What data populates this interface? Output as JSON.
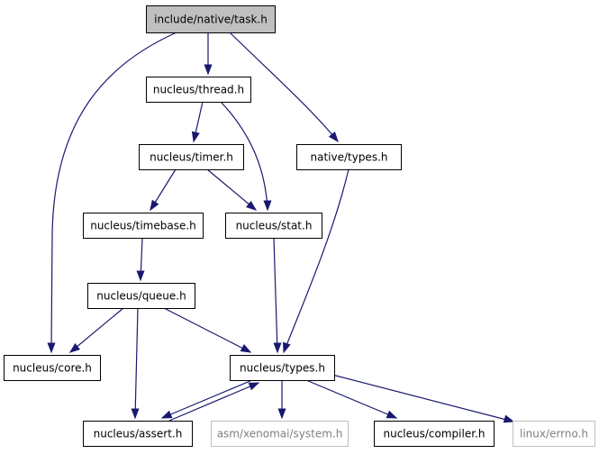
{
  "diagram": {
    "colors": {
      "edge": "#191970",
      "box_border": "#000000",
      "box_fill": "#ffffff",
      "root_fill": "#bfbfbf",
      "root_border": "#000000",
      "external_border": "#bfbfbf",
      "external_text": "#7f7f7f",
      "text": "#000000"
    },
    "nodes": [
      {
        "id": "task",
        "label": "include/native/task.h",
        "style": "root"
      },
      {
        "id": "thread",
        "label": "nucleus/thread.h",
        "style": "normal"
      },
      {
        "id": "native_types",
        "label": "native/types.h",
        "style": "normal"
      },
      {
        "id": "timer",
        "label": "nucleus/timer.h",
        "style": "normal"
      },
      {
        "id": "timebase",
        "label": "nucleus/timebase.h",
        "style": "normal"
      },
      {
        "id": "stat",
        "label": "nucleus/stat.h",
        "style": "normal"
      },
      {
        "id": "queue",
        "label": "nucleus/queue.h",
        "style": "normal"
      },
      {
        "id": "core",
        "label": "nucleus/core.h",
        "style": "normal"
      },
      {
        "id": "types",
        "label": "nucleus/types.h",
        "style": "normal"
      },
      {
        "id": "assert",
        "label": "nucleus/assert.h",
        "style": "normal"
      },
      {
        "id": "system",
        "label": "asm/xenomai/system.h",
        "style": "external"
      },
      {
        "id": "compiler",
        "label": "nucleus/compiler.h",
        "style": "normal"
      },
      {
        "id": "errno",
        "label": "linux/errno.h",
        "style": "external"
      }
    ],
    "edges": [
      {
        "from": "task",
        "to": "thread"
      },
      {
        "from": "task",
        "to": "core"
      },
      {
        "from": "task",
        "to": "native_types"
      },
      {
        "from": "thread",
        "to": "timer"
      },
      {
        "from": "thread",
        "to": "stat"
      },
      {
        "from": "timer",
        "to": "timebase"
      },
      {
        "from": "timer",
        "to": "stat"
      },
      {
        "from": "timebase",
        "to": "queue"
      },
      {
        "from": "queue",
        "to": "core"
      },
      {
        "from": "queue",
        "to": "types"
      },
      {
        "from": "queue",
        "to": "assert"
      },
      {
        "from": "stat",
        "to": "types"
      },
      {
        "from": "native_types",
        "to": "types"
      },
      {
        "from": "types",
        "to": "assert"
      },
      {
        "from": "assert",
        "to": "types"
      },
      {
        "from": "types",
        "to": "system"
      },
      {
        "from": "types",
        "to": "compiler"
      },
      {
        "from": "types",
        "to": "errno"
      }
    ]
  }
}
